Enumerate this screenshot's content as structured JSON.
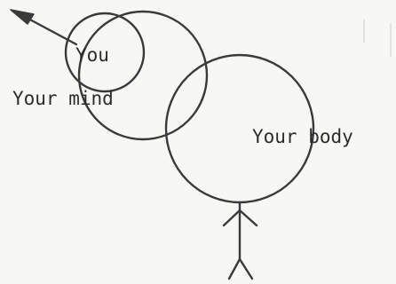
{
  "labels": {
    "you": "You",
    "your_mind": "Your mind",
    "your_body": "Your body"
  }
}
